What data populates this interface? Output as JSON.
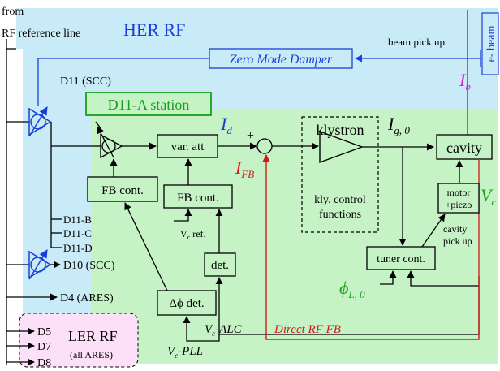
{
  "source": {
    "line1": "from",
    "line2": "RF reference line"
  },
  "her_rf": {
    "title": "HER RF"
  },
  "zero_mode_damper": {
    "label": "Zero Mode Damper"
  },
  "beam_pick_up": {
    "label": "beam pick up"
  },
  "e_beam": {
    "label": "e- beam"
  },
  "ib": {
    "main": "I",
    "sub": "b"
  },
  "d11_scc": {
    "label": "D11 (SCC)"
  },
  "station": {
    "label": "D11-A station"
  },
  "id": {
    "main": "I",
    "sub": "d"
  },
  "ifb": {
    "main": "I",
    "sub": "FB"
  },
  "ig0": {
    "main": "I",
    "sub": "g, 0"
  },
  "vc": {
    "main": "V",
    "sub": "c"
  },
  "phi_l0": {
    "main": "ϕ",
    "sub": "L, 0"
  },
  "sum": {
    "plus": "+",
    "minus": "−"
  },
  "klystron": {
    "label": "klystron",
    "control1": "kly. control",
    "control2": "functions"
  },
  "var_att": {
    "label": "var. att"
  },
  "cavity": {
    "label": "cavity"
  },
  "motor": {
    "line1": "motor",
    "line2": "+piezo"
  },
  "fb_cont_left": {
    "label": "FB cont."
  },
  "fb_cont_mid": {
    "label": "FB cont."
  },
  "vc_ref": {
    "main": "V",
    "sub": "c",
    "rest": " ref."
  },
  "det": {
    "label": "det."
  },
  "dphi_det": {
    "label": "Δϕ det."
  },
  "tuner_cont": {
    "label": "tuner cont."
  },
  "cavity_pickup": {
    "line1": "cavity",
    "line2": "pick up"
  },
  "branches": [
    "D11-B",
    "D11-C",
    "D11-D"
  ],
  "d10": {
    "label": "D10 (SCC)"
  },
  "d4": {
    "label": "D4 (ARES)"
  },
  "ler_rf": {
    "title": "LER RF",
    "sub": "(all ARES)",
    "outputs": [
      "D5",
      "D7",
      "D8"
    ]
  },
  "vc_alc": {
    "main": "V",
    "sub": "c",
    "rest": "-ALC"
  },
  "vc_pll": {
    "main": "V",
    "sub": "c",
    "rest": "-PLL"
  },
  "direct_rf_fb": {
    "label": "Direct RF FB"
  },
  "colors": {
    "her_bg": "#c8ebf7",
    "station_bg": "#c6f3c6",
    "ler_bg": "#fbe0f8",
    "blue": "#1a3fd8",
    "green": "#19a019",
    "red": "#d61818",
    "magenta": "#d81ccd",
    "line": "#000000"
  }
}
